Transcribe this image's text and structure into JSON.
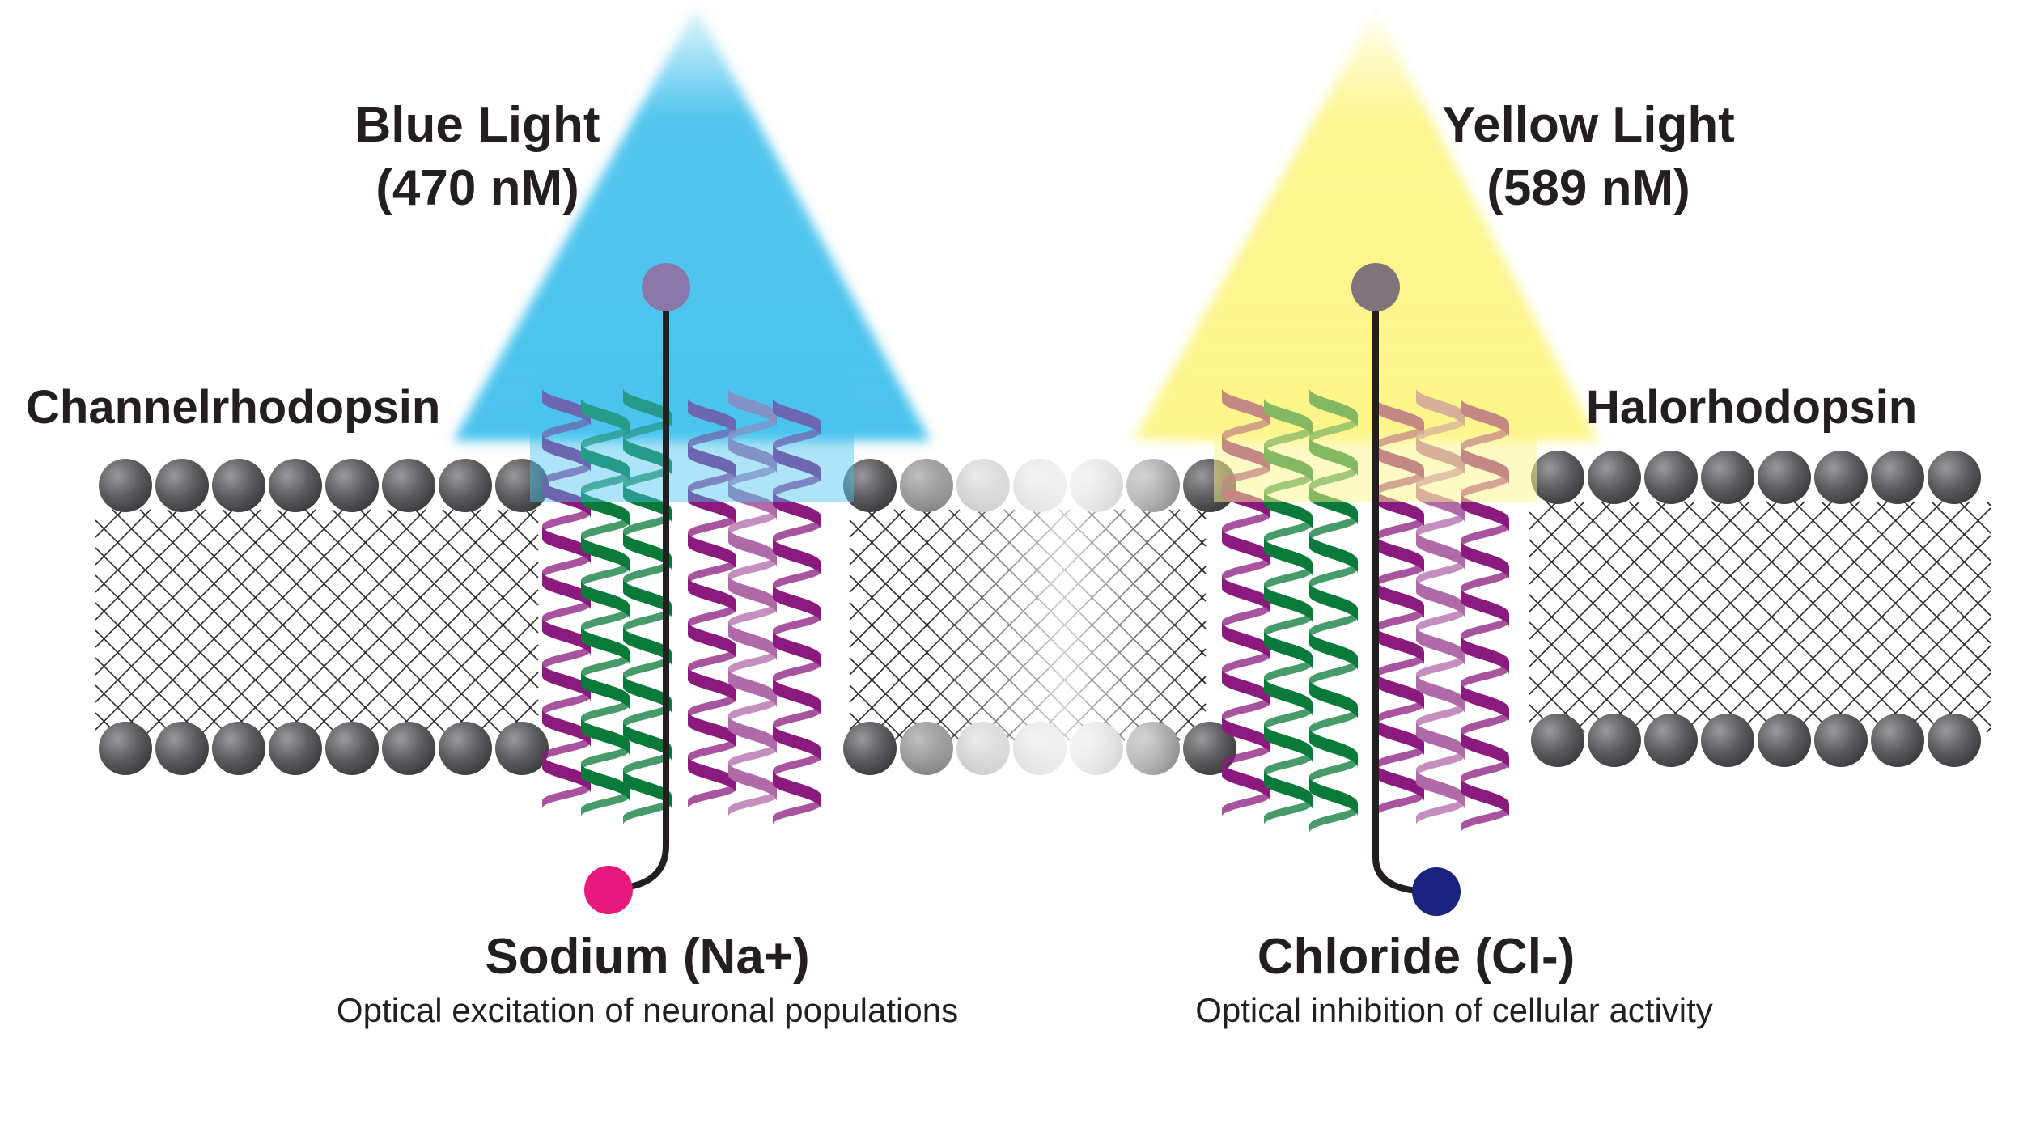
{
  "left": {
    "light_line1": "Blue Light",
    "light_line2": "(470 nM)",
    "protein_name": "Channelrhodopsin",
    "ion": "Sodium (Na+)",
    "description": "Optical excitation of neuronal populations",
    "colors": {
      "light": "#4ac3ee",
      "ion": "#e6197d",
      "tether_ball": "#8a78a8"
    }
  },
  "right": {
    "light_line1": "Yellow Light",
    "light_line2": "(589 nM)",
    "protein_name": "Halorhodopsin",
    "ion": "Chloride (Cl-)",
    "description": "Optical inhibition of cellular activity",
    "colors": {
      "light": "#fdf58a",
      "ion": "#1a237e",
      "tether_ball": "#7f7479"
    }
  },
  "colors": {
    "lipid_head": "#58585a",
    "helix_green": "#0a7a3a",
    "helix_purple": "#8b1a7e",
    "text": "#231f20"
  }
}
